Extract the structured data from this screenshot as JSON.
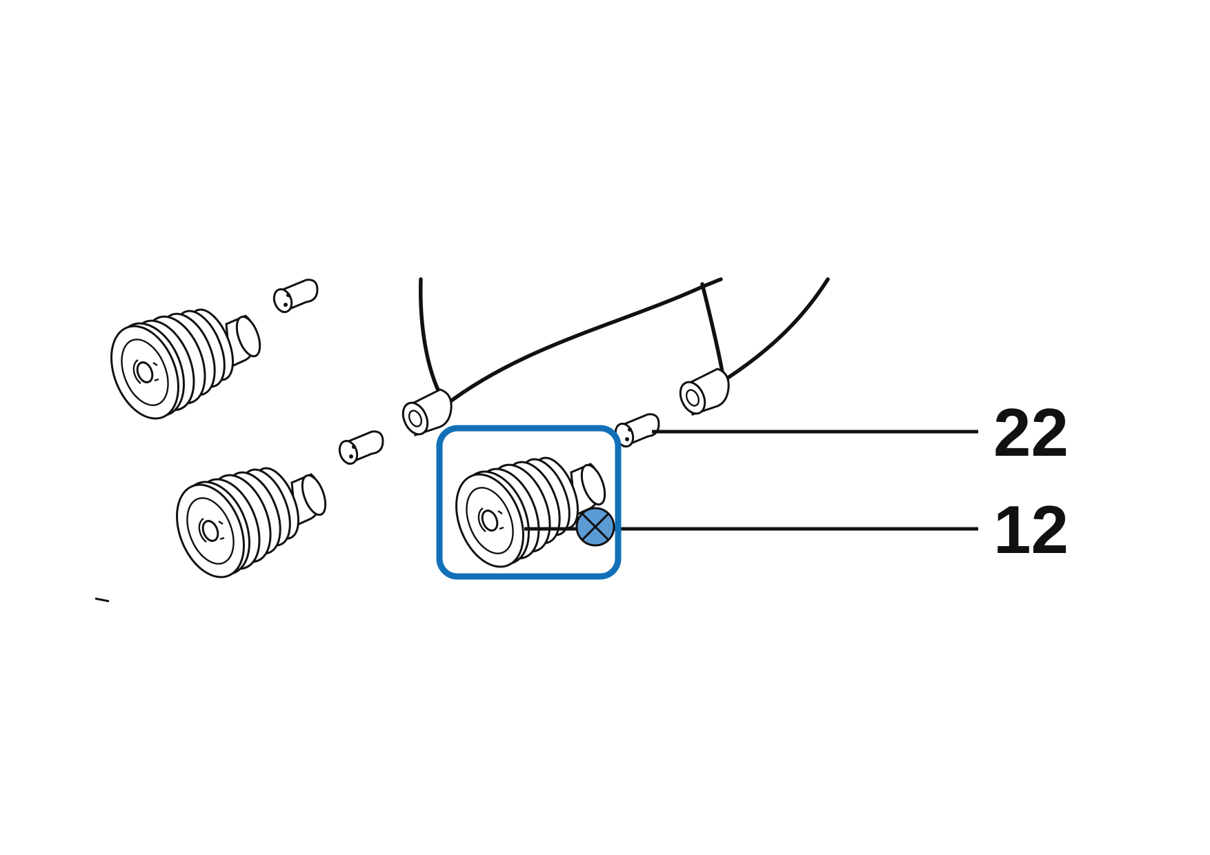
{
  "callouts": [
    {
      "number": "22",
      "part": "nozzle-tip"
    },
    {
      "number": "12",
      "part": "spring-valve"
    }
  ],
  "highlight": {
    "target_callout": "12",
    "frame_color": "#1270b8",
    "marker_fill": "#5b9bd5",
    "marker_icon": "circle-x-icon"
  }
}
